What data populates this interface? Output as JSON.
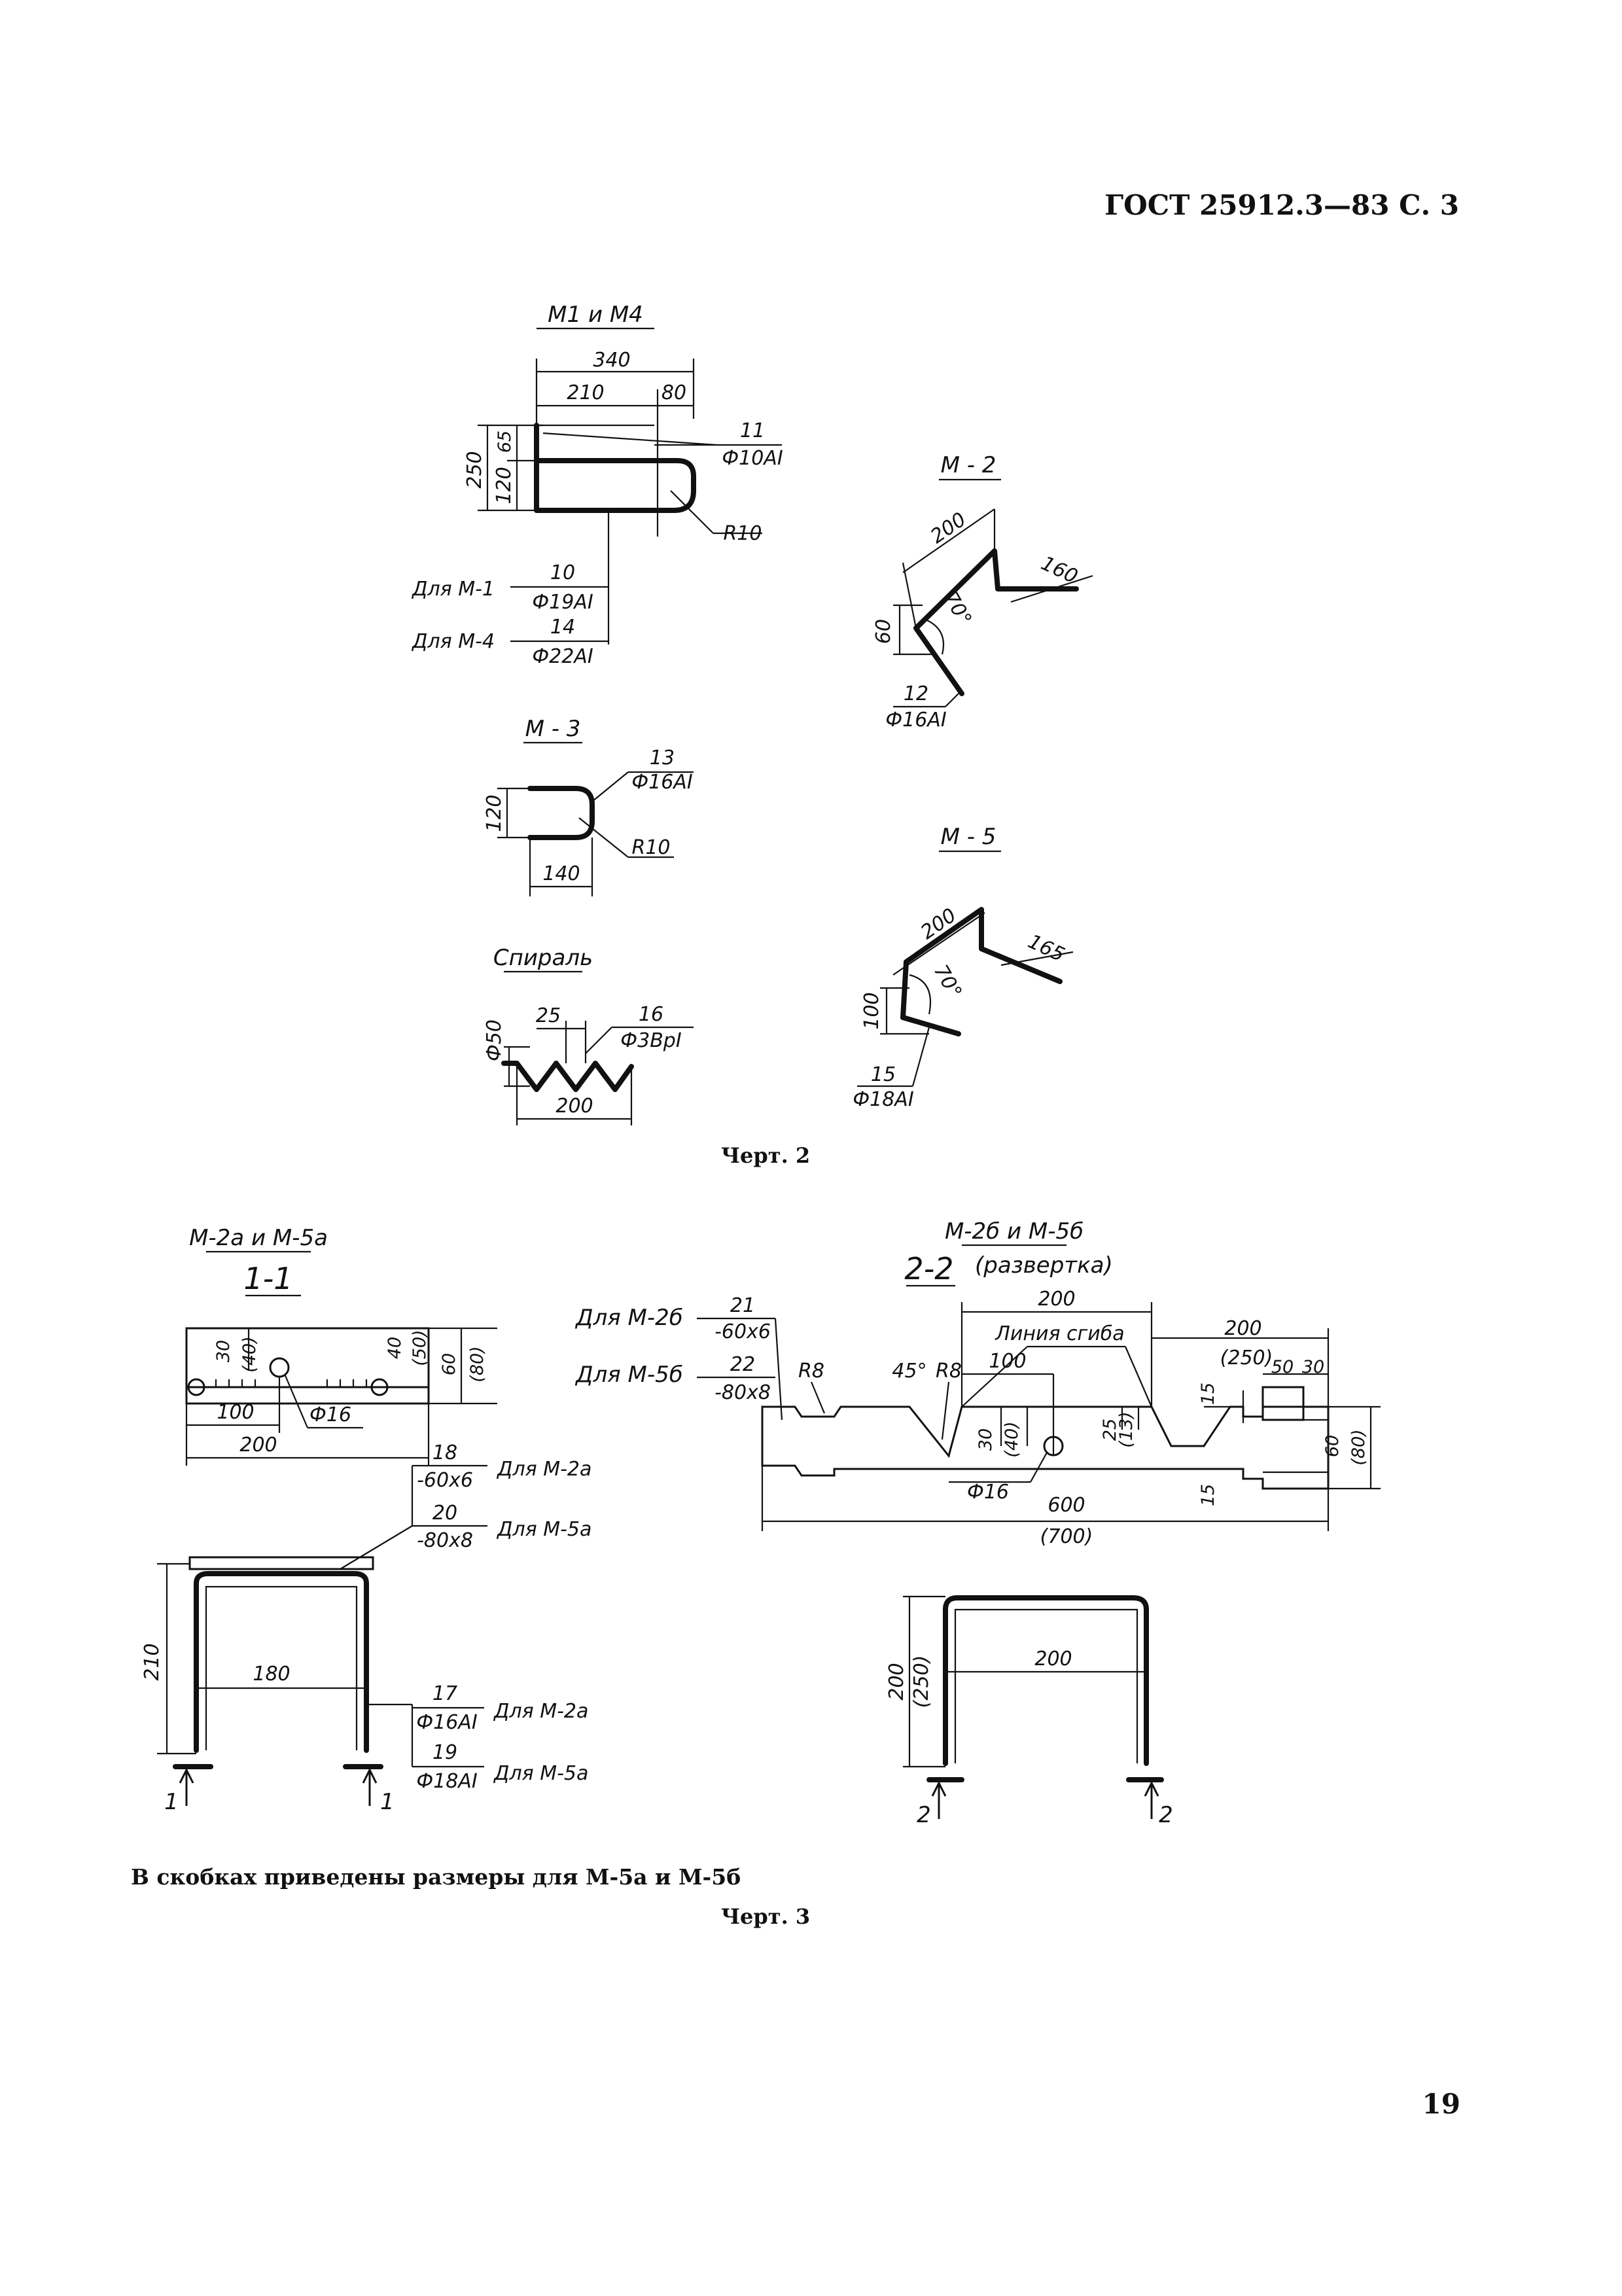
{
  "header": {
    "title": "ГОСТ 25912.3—83 С. 3"
  },
  "page_number": "19",
  "chert2": {
    "caption": "Черт. 2",
    "m1m4": {
      "title": "М1 и М4",
      "dim_340": "340",
      "dim_210": "210",
      "dim_80": "80",
      "dim_65": "65",
      "dim_120": "120",
      "dim_250": "250",
      "pos_11": "11",
      "bar_11": "Ф10АI",
      "radius": "R10",
      "for_m1": "Для М-1",
      "pos_10": "10",
      "bar_10": "Ф19АI",
      "for_m4": "Для М-4",
      "pos_14": "14",
      "bar_14": "Ф22АI"
    },
    "m2": {
      "title": "М - 2",
      "dim_200": "200",
      "dim_160": "160",
      "dim_60": "60",
      "angle": "70°",
      "pos": "12",
      "bar": "Ф16АI"
    },
    "m3": {
      "title": "М - 3",
      "dim_120": "120",
      "dim_140": "140",
      "pos": "13",
      "bar": "Ф16АI",
      "radius": "R10"
    },
    "m5": {
      "title": "М - 5",
      "dim_200": "200",
      "dim_165": "165",
      "dim_100": "100",
      "angle": "70°",
      "pos": "15",
      "bar": "Ф18АI"
    },
    "spiral": {
      "title": "Спираль",
      "dim_50": "Ф50",
      "dim_25": "25",
      "dim_200": "200",
      "pos": "16",
      "bar": "Ф3ВрI"
    }
  },
  "chert3": {
    "caption": "Черт. 3",
    "note": "В скобках приведены размеры для М-5а и М-5б",
    "left": {
      "title": "М-2а и М-5а",
      "section": "1-1",
      "dim_30": "30",
      "dim_40b": "(40)",
      "dim_40": "40",
      "dim_50b": "(50)",
      "dim_60": "60",
      "dim_80b": "(80)",
      "dim_100": "100",
      "dim_200": "200",
      "hole": "Ф16",
      "pos_18": "18",
      "plate_18": "-60х6",
      "for_m2a_1": "Для М-2а",
      "pos_20": "20",
      "plate_20": "-80х8",
      "for_m5a_1": "Для М-5а",
      "dim_210": "210",
      "dim_180": "180",
      "pos_17": "17",
      "bar_17": "Ф16АI",
      "for_m2a_2": "Для М-2а",
      "pos_19": "19",
      "bar_19": "Ф18АI",
      "for_m5a_2": "Для М-5а",
      "cut_1": "1"
    },
    "right": {
      "title": "М-2б и М-5б",
      "section": "2-2",
      "section_note": "(развертка)",
      "for_m2b": "Для М-2б",
      "pos_21": "21",
      "plate_21": "-60х6",
      "for_m5b": "Для М-5б",
      "pos_22": "22",
      "plate_22": "-80х8",
      "dim_200a": "200",
      "bend_line": "Линия сгиба",
      "r8": "R8",
      "deg45": "45°",
      "dim_100": "100",
      "dim_30": "30",
      "dim_40b": "(40)",
      "dim_25": "25",
      "dim_13b": "(13)",
      "dim_200b": "200",
      "dim_250b": "(250)",
      "dim_50": "50",
      "dim_30b": "30",
      "dim_15": "15",
      "dim_60": "60",
      "dim_80b": "(80)",
      "hole": "Ф16",
      "dim_600": "600",
      "dim_700b": "(700)",
      "dim_200h": "200",
      "dim_250h": "(250)",
      "dim_200w": "200",
      "cut_2": "2"
    }
  }
}
